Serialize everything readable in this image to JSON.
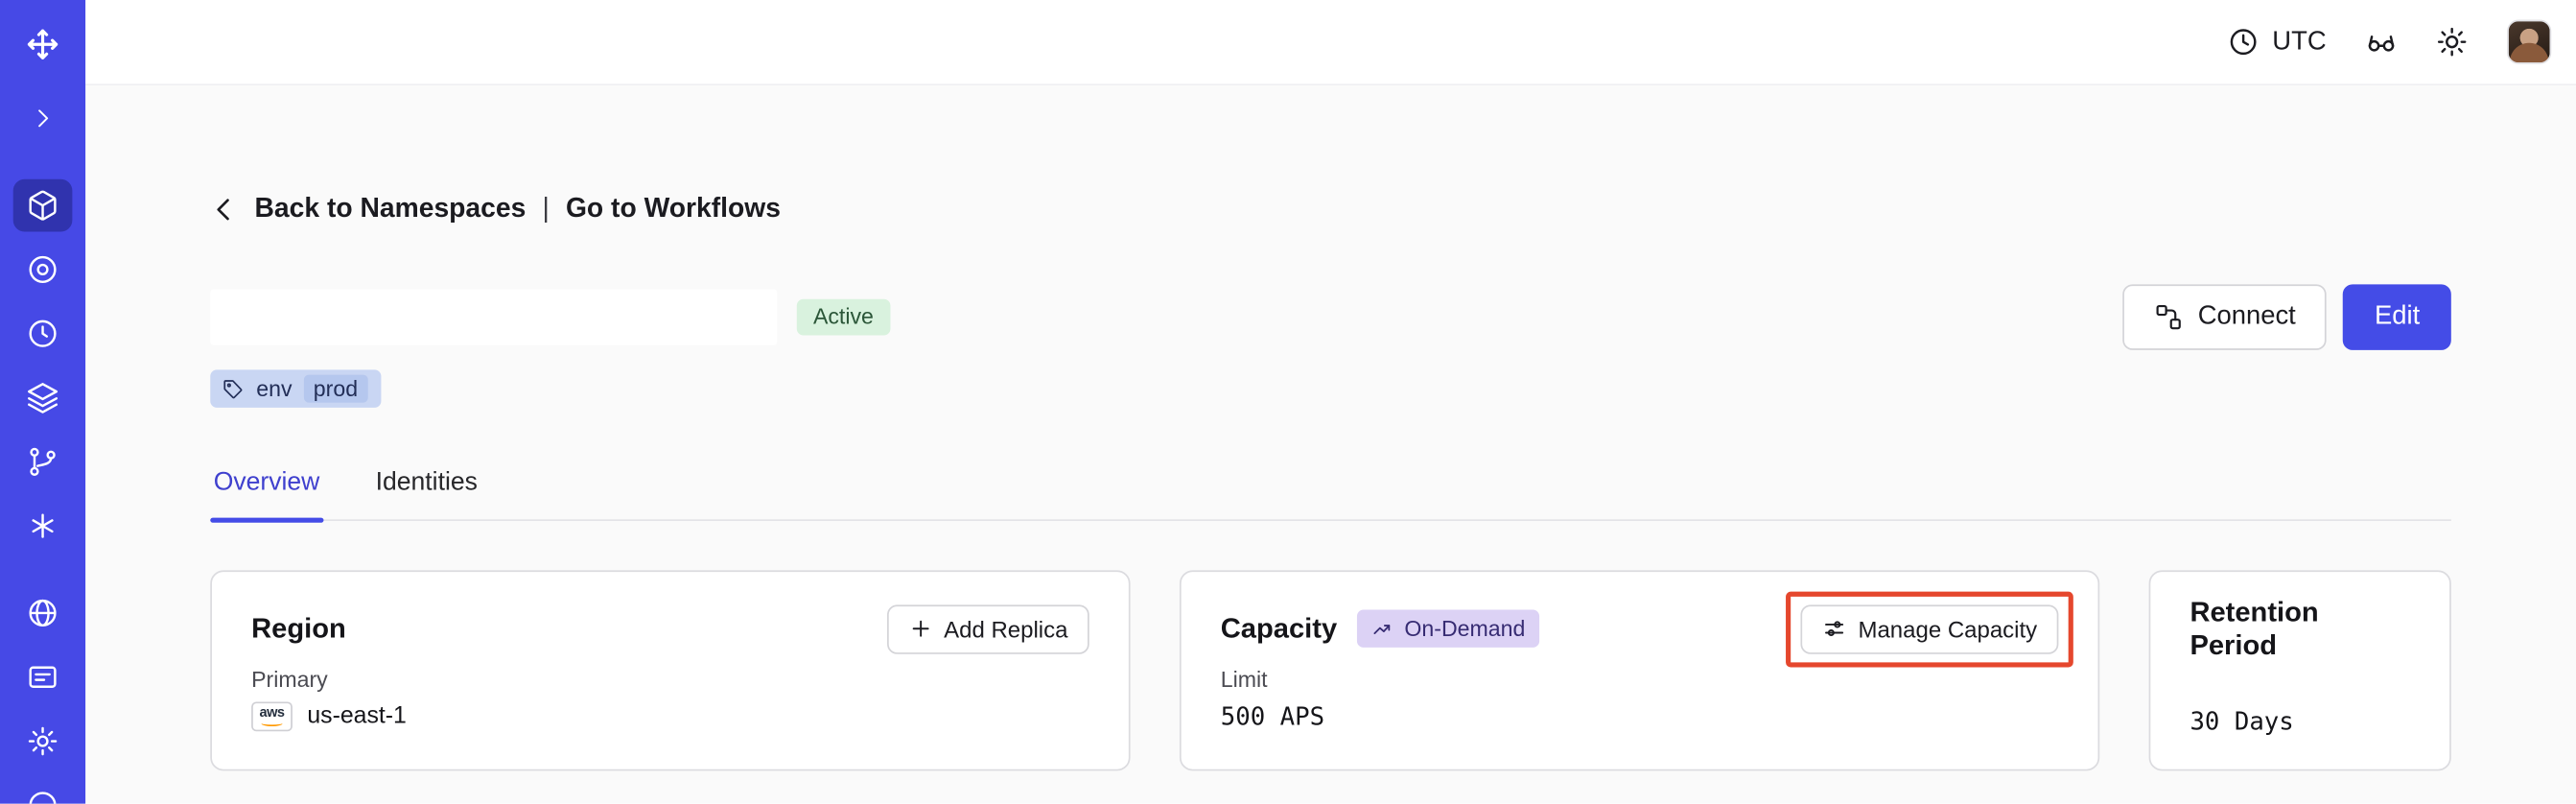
{
  "topbar": {
    "timezone": "UTC"
  },
  "breadcrumb": {
    "back_label": "Back to Namespaces",
    "separator": "|",
    "workflows_label": "Go to Workflows"
  },
  "namespace": {
    "status_badge": "Active",
    "tag": {
      "key": "env",
      "value": "prod"
    }
  },
  "actions": {
    "connect_label": "Connect",
    "edit_label": "Edit"
  },
  "tabs": [
    {
      "label": "Overview",
      "active": true
    },
    {
      "label": "Identities",
      "active": false
    }
  ],
  "cards": {
    "region": {
      "title": "Region",
      "add_replica_label": "Add Replica",
      "field_label": "Primary",
      "provider_logo": "aws",
      "value": "us-east-1"
    },
    "capacity": {
      "title": "Capacity",
      "badge_label": "On-Demand",
      "manage_label": "Manage Capacity",
      "field_label": "Limit",
      "value": "500 APS"
    },
    "retention": {
      "title": "Retention Period",
      "value": "30 Days"
    }
  },
  "colors": {
    "sidebar_bg": "#4649E6",
    "accent": "#444CE7",
    "annotation_red": "#E5472D",
    "active_badge_bg": "#D9F2DE",
    "tag_badge_bg": "#C9D6F3",
    "ondemand_badge_bg": "#DCD2F5",
    "content_bg": "#FAFAFA"
  }
}
